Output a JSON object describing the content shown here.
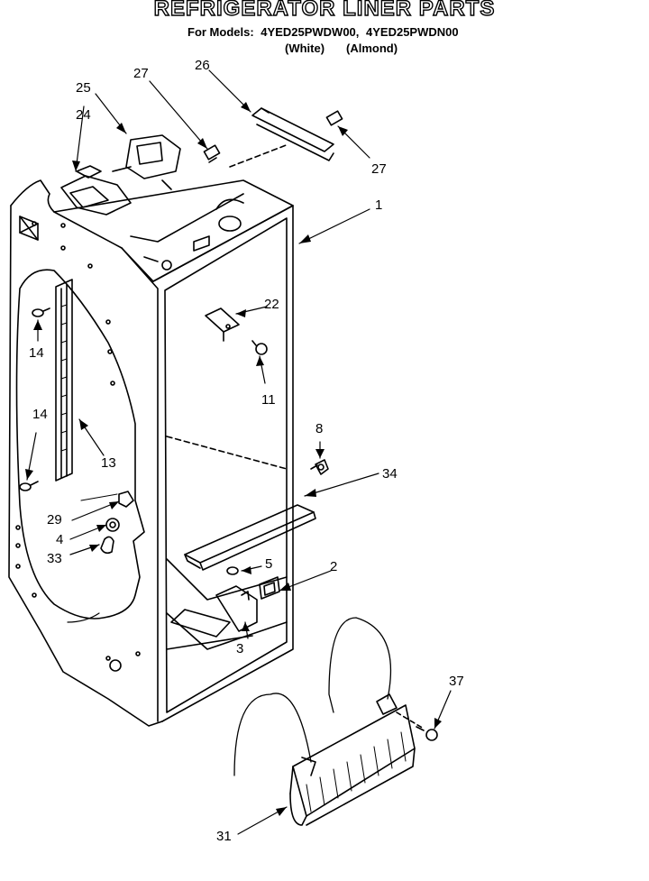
{
  "header": {
    "title": "REFRIGERATOR LINER PARTS",
    "models_prefix": "For Models:",
    "model_1": "4YED25PWDW00,",
    "model_2": "4YED25PWDN00",
    "color_1": "(White)",
    "color_2": "(Almond)"
  },
  "parts": {
    "p1": "1",
    "p2": "2",
    "p3": "3",
    "p4": "4",
    "p5": "5",
    "p8": "8",
    "p11": "11",
    "p13": "13",
    "p14a": "14",
    "p14b": "14",
    "p22": "22",
    "p24": "24",
    "p25": "25",
    "p26": "26",
    "p27a": "27",
    "p27b": "27",
    "p29": "29",
    "p31": "31",
    "p33": "33",
    "p34": "34",
    "p37": "37"
  }
}
